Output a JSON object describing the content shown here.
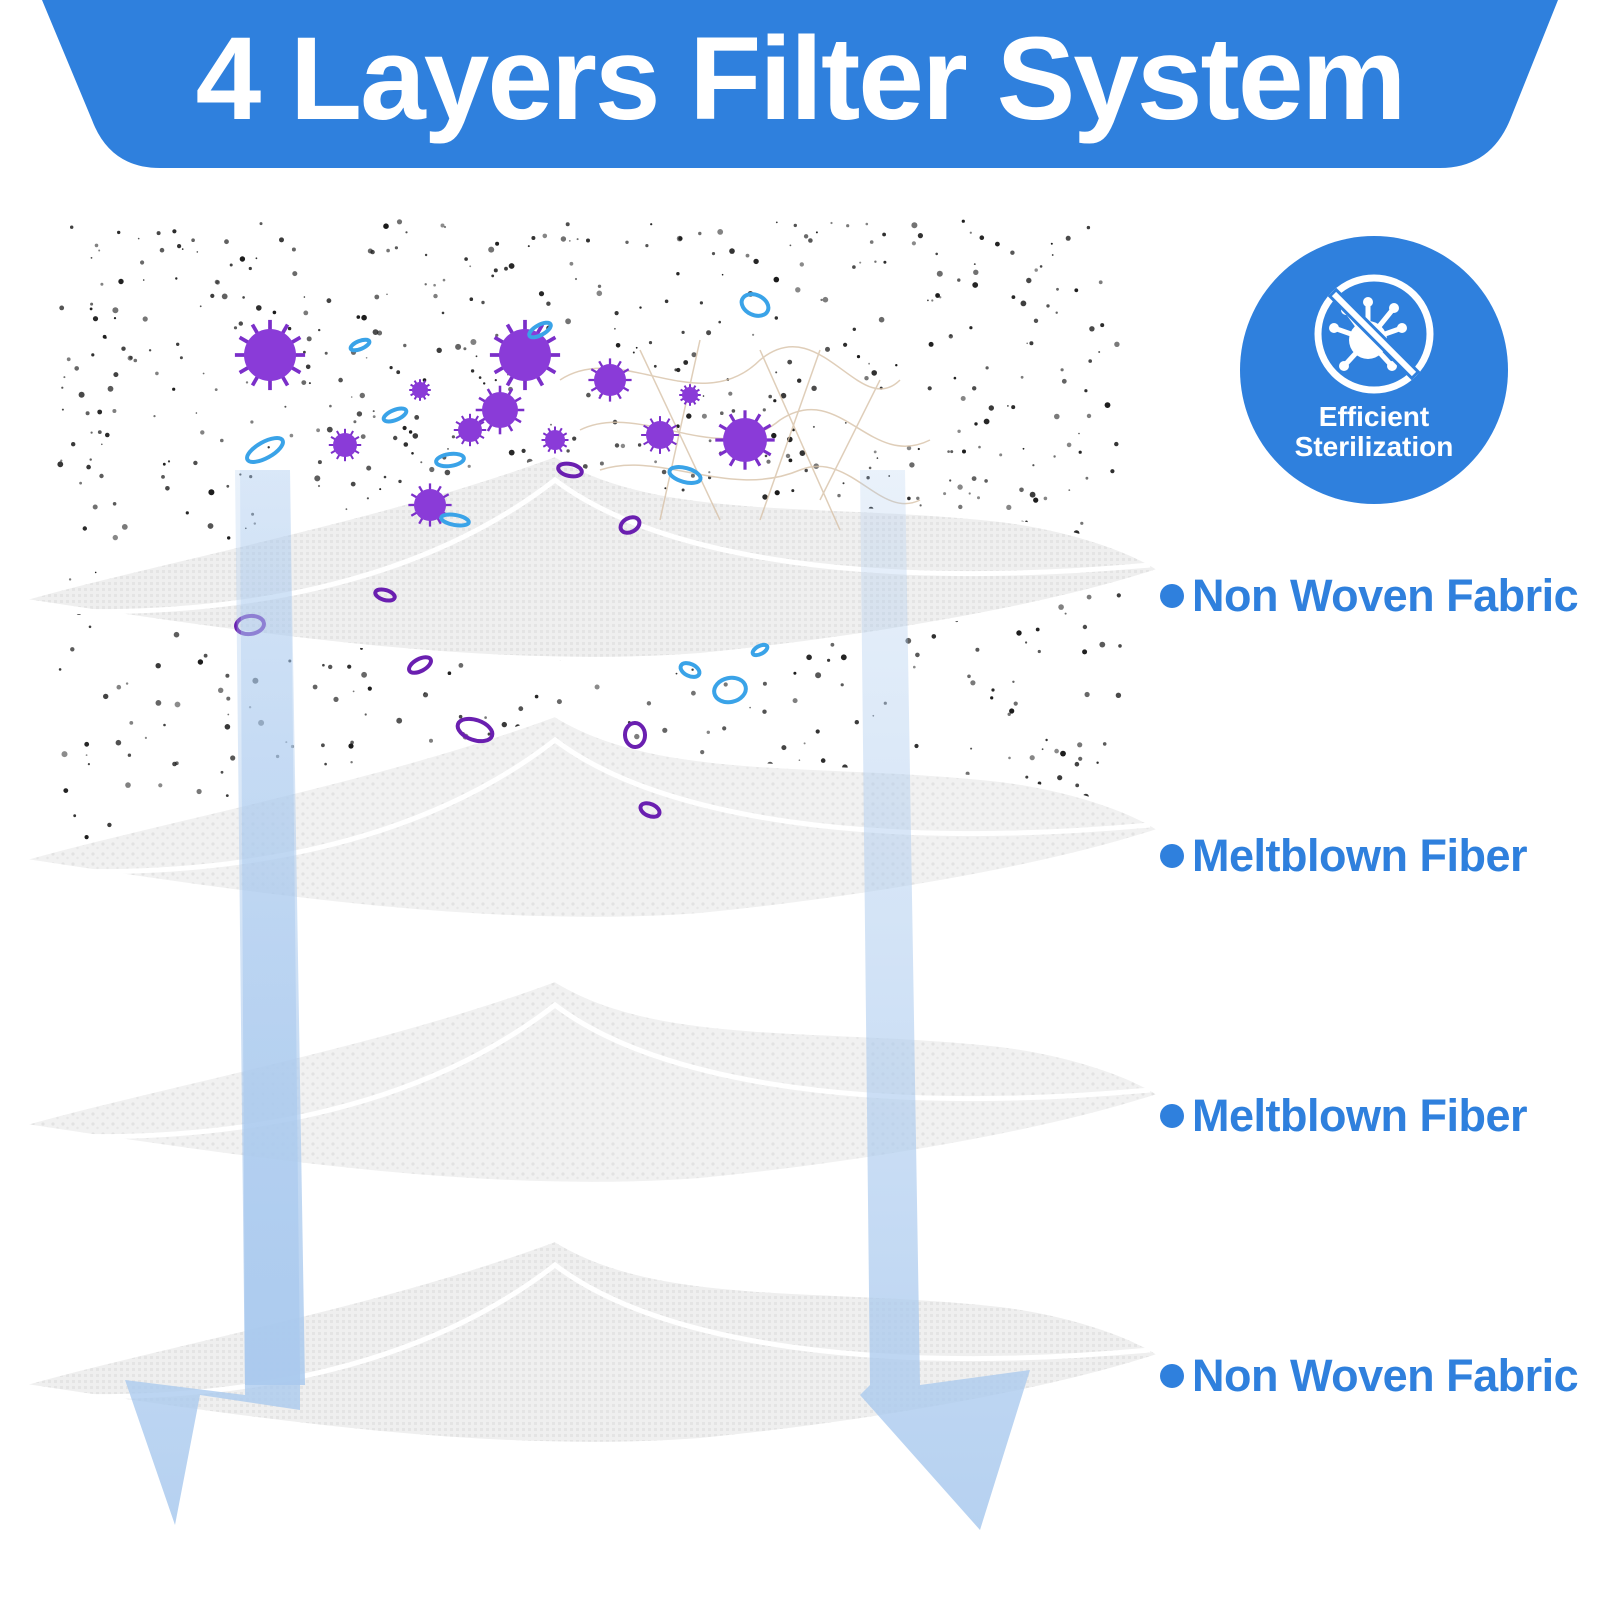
{
  "title": "4 Layers Filter System",
  "badge": {
    "line1": "Efficient",
    "line2": "Sterilization",
    "icon": "no-virus-icon"
  },
  "layers": [
    {
      "label": "Non Woven Fabric"
    },
    {
      "label": "Meltblown Fiber"
    },
    {
      "label": "Meltblown Fiber"
    },
    {
      "label": "Non Woven Fabric"
    }
  ],
  "colors": {
    "brand_blue": "#2f80dd",
    "arrow_blue": "#a9c9ee",
    "virus_purple": "#7b2fc9",
    "bacteria_blue": "#3aa3e8",
    "fabric_white": "#eeeeee"
  }
}
